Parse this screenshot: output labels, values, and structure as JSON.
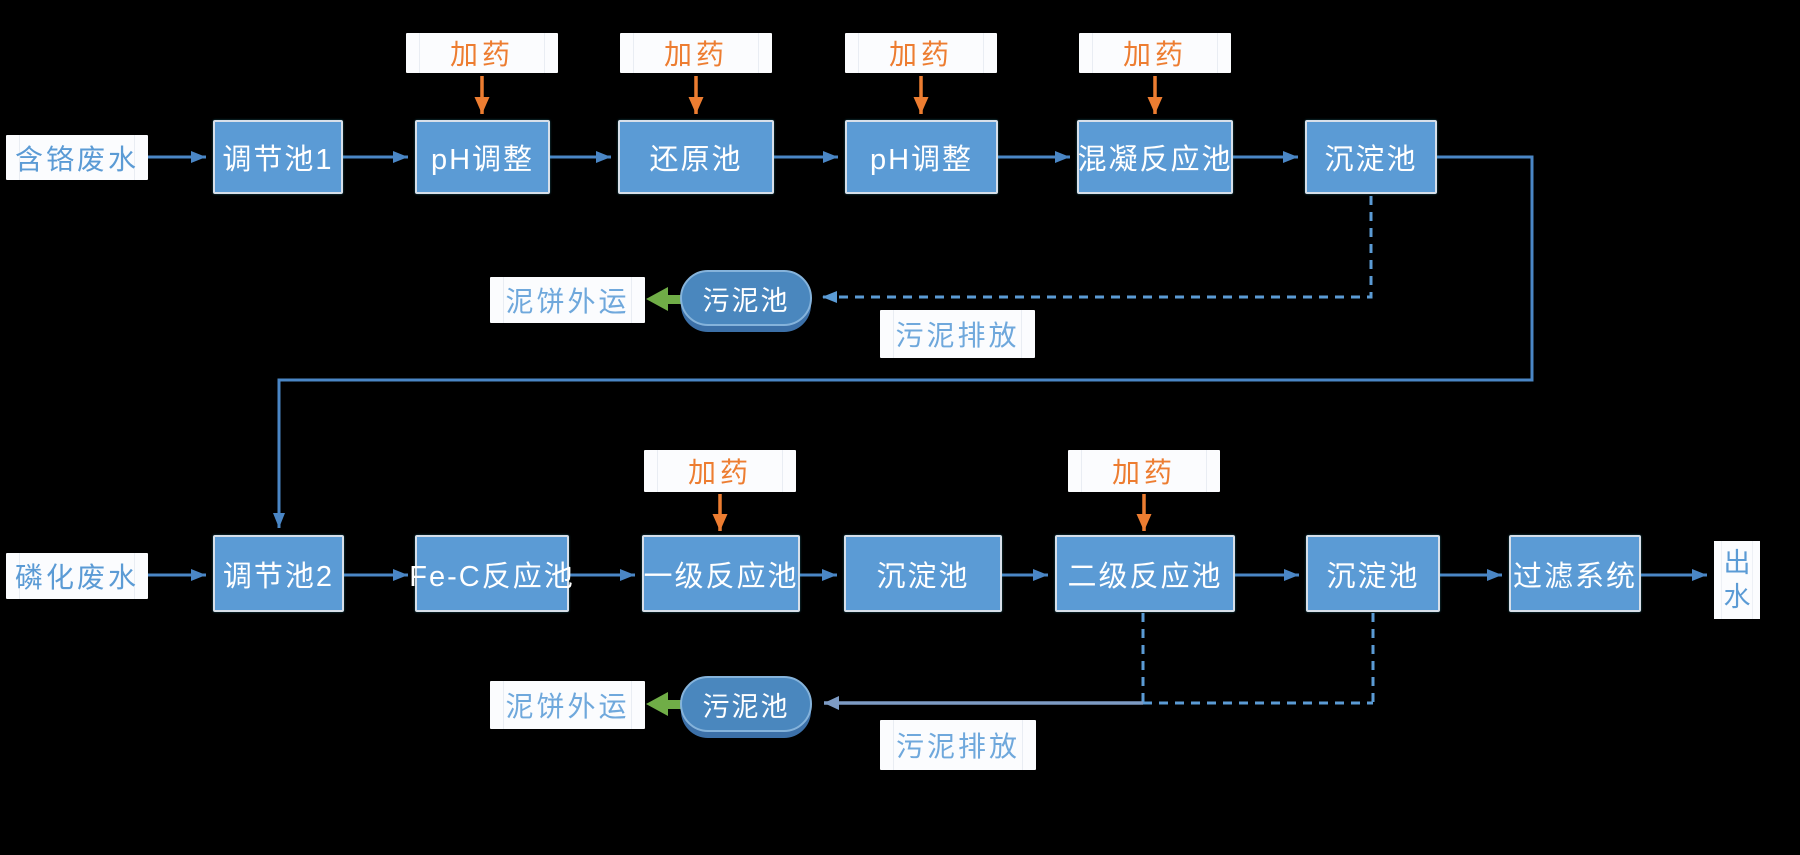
{
  "diagram": {
    "title_hint": "wastewater-treatment-process-flow",
    "background_color": "#000000",
    "colors": {
      "node_fill": "#5B9BD5",
      "node_border": "#D7DFE9",
      "node_text": "#FFFFFF",
      "flow_arrow": "#4A86C5",
      "dashed_line": "#5B9BD5",
      "sludge_solid_line": "#7D9BC4",
      "dosing_accent": "#ED7D31",
      "green_arrow": "#70AD47",
      "label_bg": "#FBFCFE",
      "label_text": "#5B9BD5",
      "label_text_light": "#6FA8DC",
      "stadium_fill": "#4A87BE",
      "stadium_shadow": "#3C70A8"
    },
    "top_train": {
      "source_label": "含铬废水",
      "nodes": [
        "调节池1",
        "pH调整",
        "还原池",
        "pH调整",
        "混凝反应池",
        "沉淀池"
      ],
      "dosing_labels": [
        "加药",
        "加药",
        "加药",
        "加药"
      ],
      "sludge": {
        "cake_label": "泥饼外运",
        "tank_label": "污泥池",
        "discharge_label": "污泥排放"
      }
    },
    "bottom_train": {
      "source_label": "磷化废水",
      "nodes": [
        "调节池2",
        "Fe-C反应池",
        "一级反应池",
        "沉淀池",
        "二级反应池",
        "沉淀池",
        "过滤系统"
      ],
      "dosing_labels": [
        "加药",
        "加药"
      ],
      "effluent_label": "出水",
      "sludge": {
        "cake_label": "泥饼外运",
        "tank_label": "污泥池",
        "discharge_label": "污泥排放"
      }
    }
  }
}
